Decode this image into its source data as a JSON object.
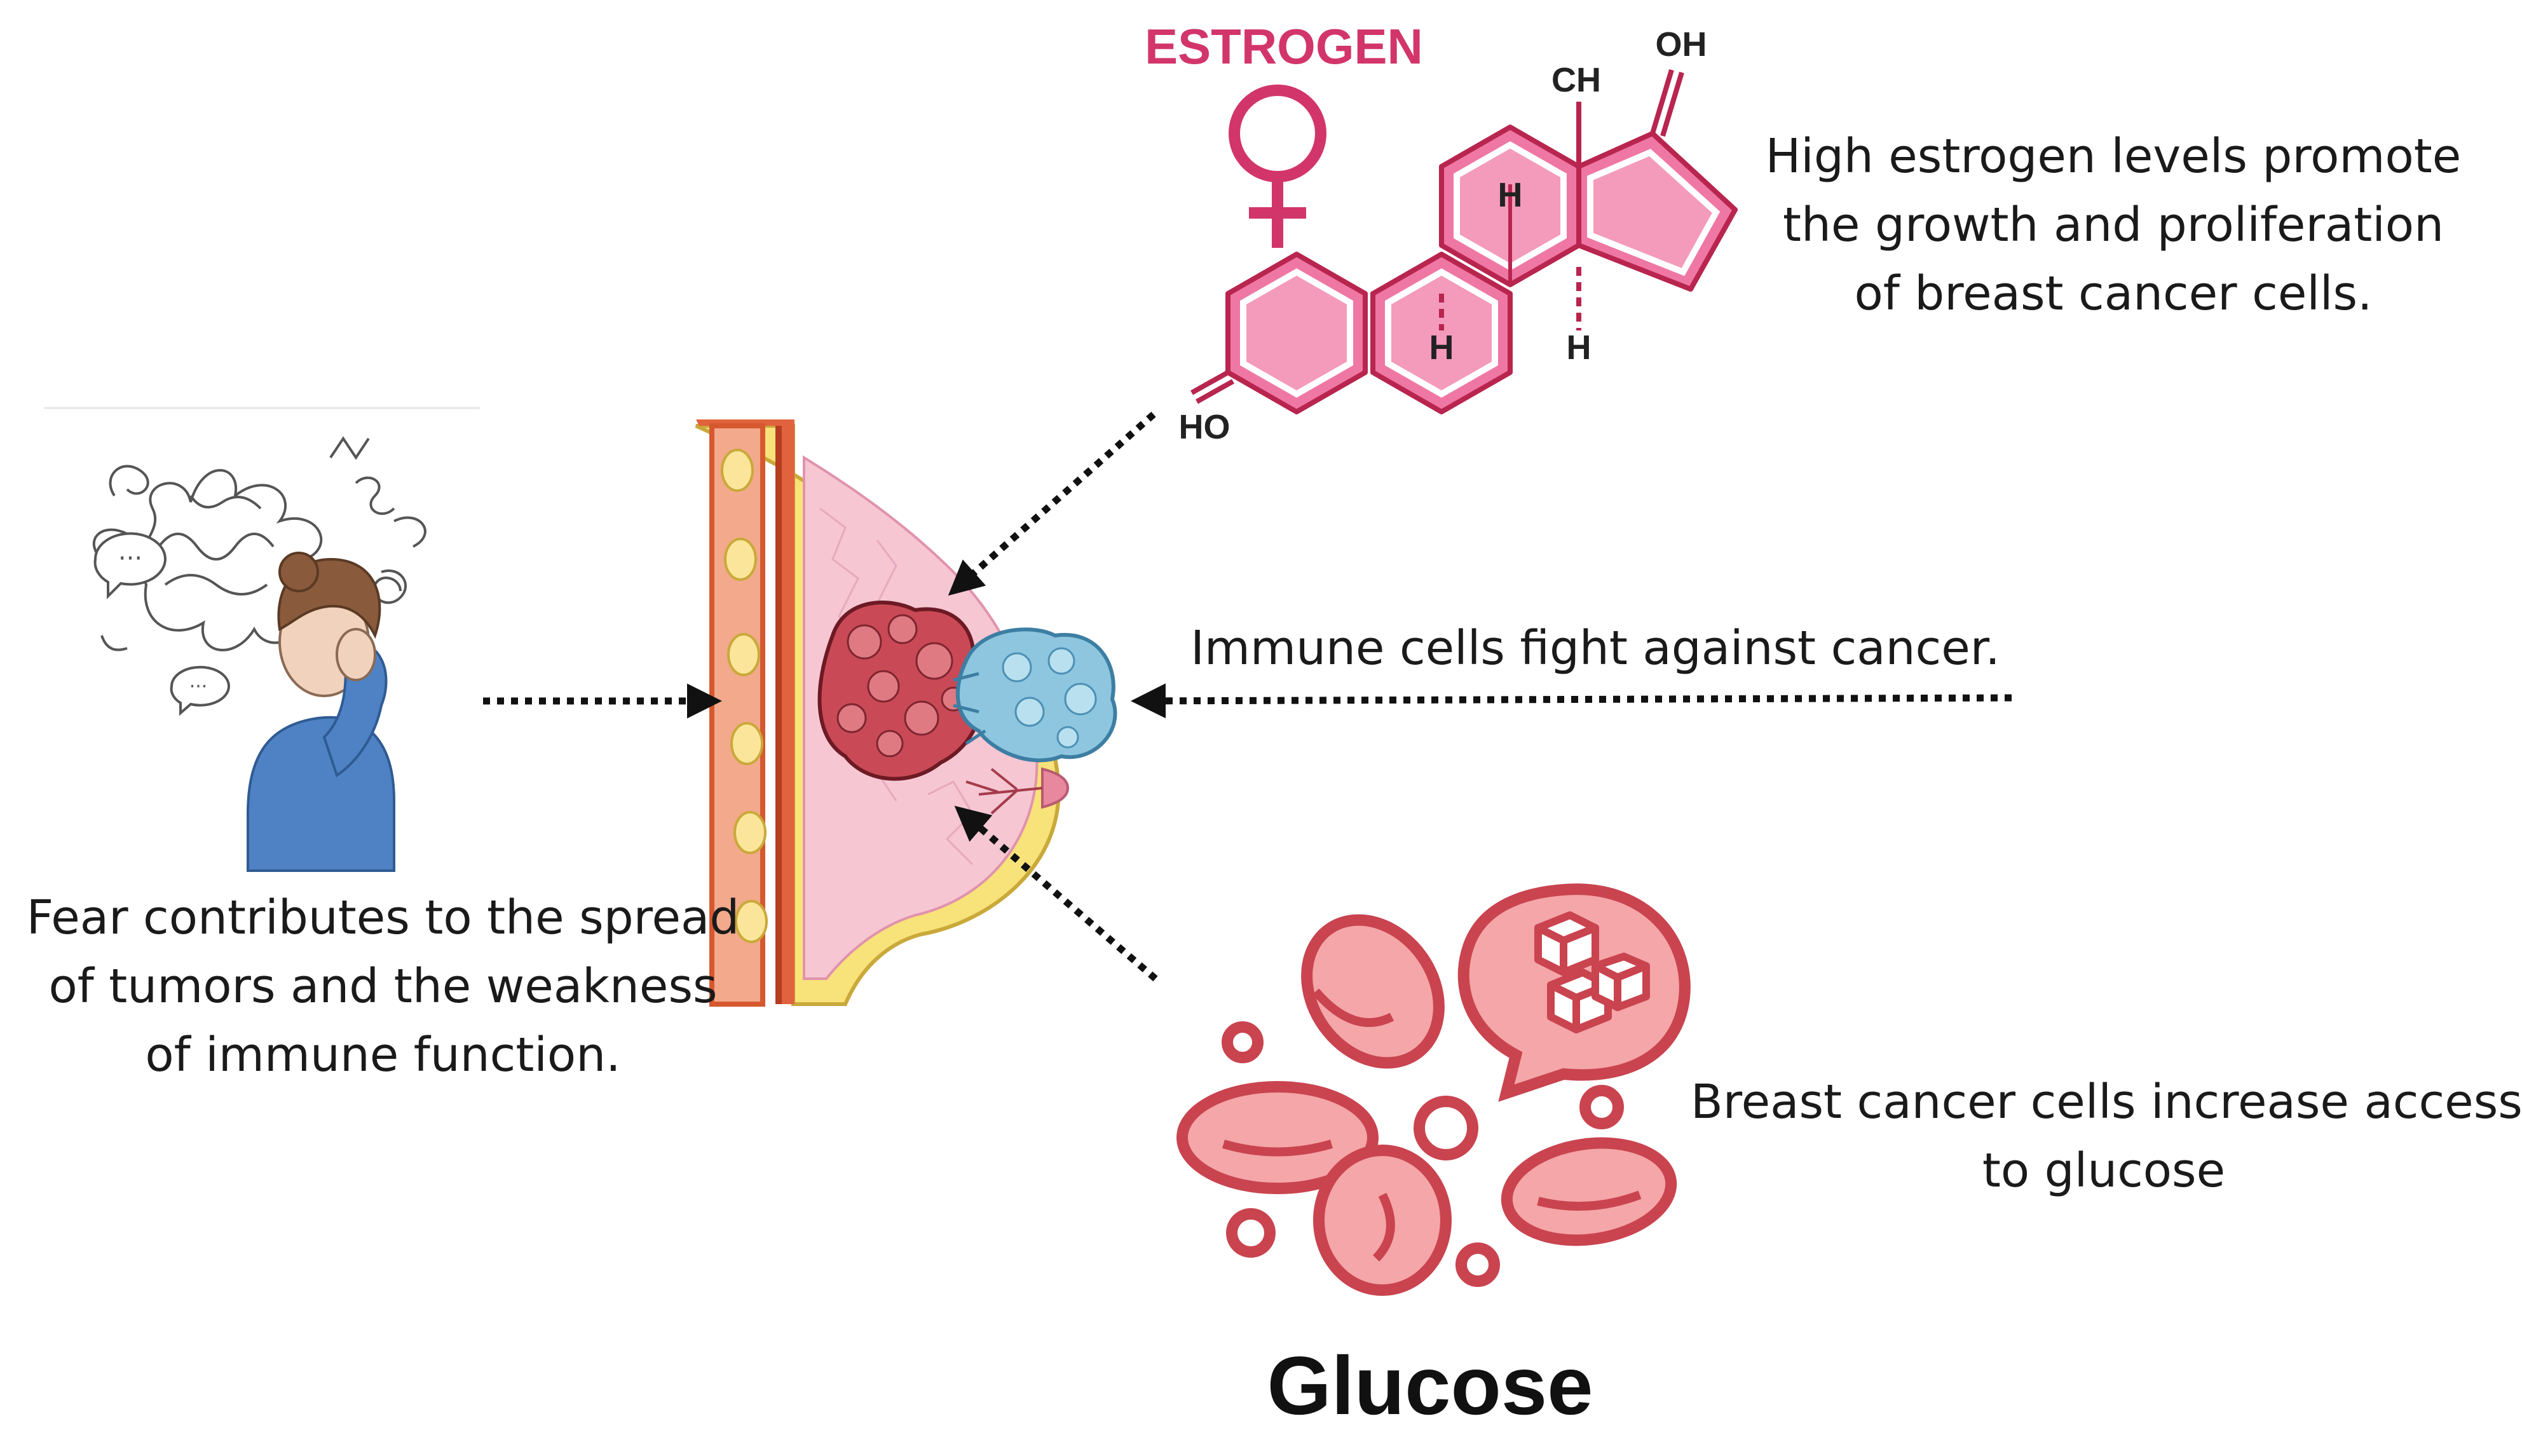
{
  "estrogen": {
    "title": "ESTROGEN",
    "labels": {
      "oh": "OH",
      "ch": "CH",
      "h_upper": "H",
      "h_left": "H",
      "h_right": "H",
      "ho": "HO"
    },
    "color": "#d2356a"
  },
  "captions": {
    "estrogen": [
      "High estrogen levels promote",
      "the growth and proliferation",
      "of  breast cancer cells."
    ],
    "immune": "Immune cells fight  against cancer.",
    "fear": [
      "Fear contributes to the spread",
      "of tumors and the weakness",
      "of immune function."
    ],
    "glucose": [
      "Breast cancer cells increase access",
      "to glucose"
    ]
  },
  "glucose_title": "Glucose",
  "colors": {
    "pink_fill": "#ef77a3",
    "blood_red": "#c9444f",
    "immune_blue": "#8ec6df",
    "sweater_blue": "#4f82c4"
  }
}
